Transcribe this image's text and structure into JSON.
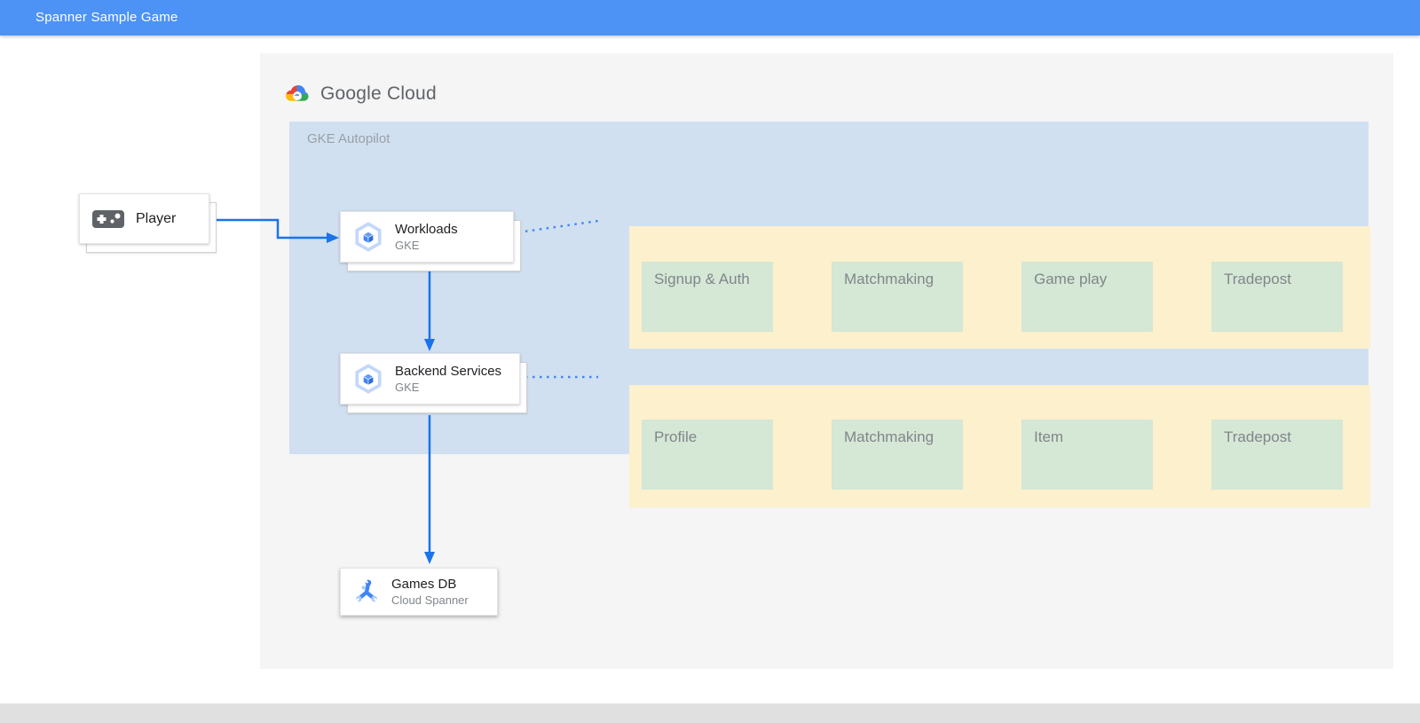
{
  "header": {
    "title": "Spanner Sample Game"
  },
  "brand": {
    "wordmark": "Google Cloud"
  },
  "zone": {
    "label": "GKE Autopilot"
  },
  "nodes": {
    "player": {
      "label": "Player",
      "icon": "gamepad-icon"
    },
    "workloads": {
      "title": "Workloads",
      "subtitle": "GKE",
      "icon": "gke-hexagon-icon"
    },
    "backend": {
      "title": "Backend Services",
      "subtitle": "GKE",
      "icon": "gke-hexagon-icon"
    },
    "gamesdb": {
      "title": "Games DB",
      "subtitle": "Cloud Spanner",
      "icon": "cloud-spanner-icon"
    }
  },
  "rows": [
    {
      "items": [
        "Signup & Auth",
        "Matchmaking",
        "Game play",
        "Tradepost"
      ]
    },
    {
      "items": [
        "Profile",
        "Matchmaking",
        "Item",
        "Tradepost"
      ]
    }
  ],
  "connections": [
    "player -> workloads (solid arrow)",
    "workloads -> backend (solid arrow)",
    "backend -> gamesdb (solid arrow)",
    "workloads -> row1 (dotted)",
    "backend -> row2 (dotted)"
  ],
  "colors": {
    "header": "#4d92f5",
    "surface": "#f5f5f6",
    "zone": "#d0e0f0",
    "row": "#fcf0cd",
    "service": "#d5e7d5",
    "connector": "#1a73e8",
    "dotted": "#4285f4",
    "footer": "#e0e0e0",
    "label_gray": "#80868b"
  }
}
